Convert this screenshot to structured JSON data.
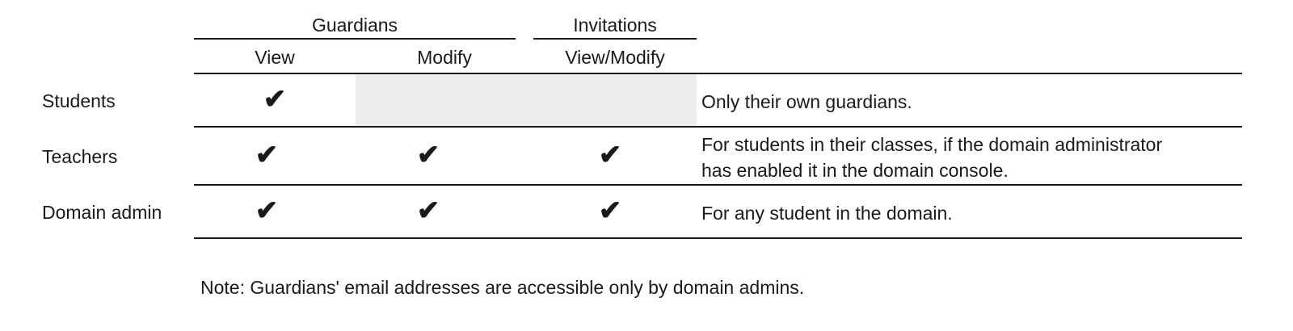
{
  "table": {
    "column_groups": [
      {
        "label": "Guardians",
        "span": 2
      },
      {
        "label": "Invitations",
        "span": 1
      }
    ],
    "columns": [
      {
        "label": ""
      },
      {
        "label": "View"
      },
      {
        "label": "Modify"
      },
      {
        "label": "View/Modify"
      },
      {
        "label": ""
      }
    ],
    "check_glyph": "✔",
    "rows": [
      {
        "label": "Students",
        "guardians_view": "✔",
        "guardians_modify": "",
        "guardians_modify_state": "not-applicable",
        "invitations": "",
        "invitations_state": "not-applicable",
        "description": "Only their own guardians."
      },
      {
        "label": "Teachers",
        "guardians_view": "✔",
        "guardians_modify": "✔",
        "guardians_modify_state": "allowed",
        "invitations": "✔",
        "invitations_state": "allowed",
        "description_line1": "For students in their classes, if the domain administrator",
        "description_line2": "has enabled it in the domain console."
      },
      {
        "label": "Domain admin",
        "guardians_view": "✔",
        "guardians_modify": "✔",
        "guardians_modify_state": "allowed",
        "invitations": "✔",
        "invitations_state": "allowed",
        "description": "For any student in the domain."
      }
    ]
  },
  "footnote": "Note: Guardians' email addresses are accessible only by domain admins.",
  "colors": {
    "text": "#1a1a1a",
    "rule": "#1a1a1a",
    "shaded_cell": "#ededed",
    "background": "#ffffff"
  }
}
